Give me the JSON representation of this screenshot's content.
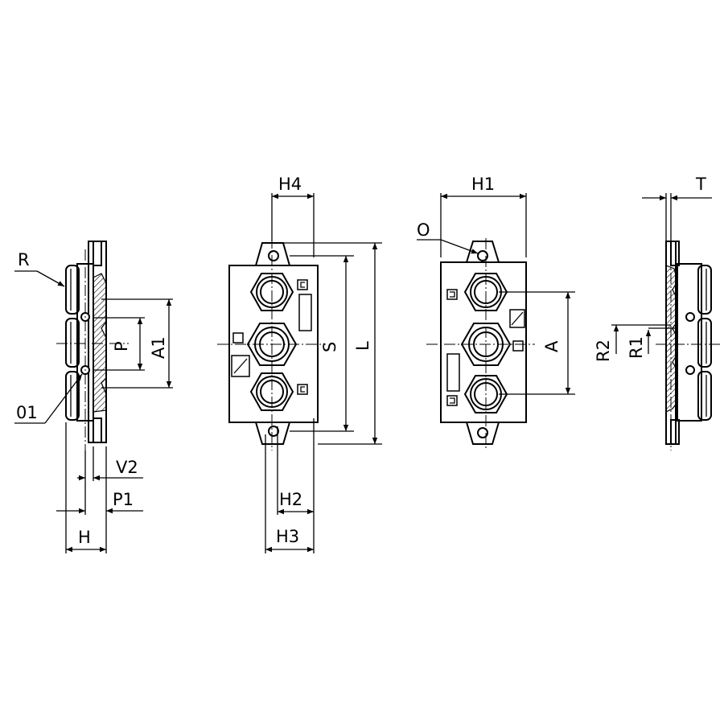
{
  "labels": {
    "R": "R",
    "O1": "01",
    "P": "P",
    "A1": "A1",
    "V2": "V2",
    "P1": "P1",
    "H": "H",
    "H4": "H4",
    "H2": "H2",
    "H3": "H3",
    "S": "S",
    "L": "L",
    "H1": "H1",
    "O": "O",
    "A": "A",
    "T": "T",
    "R2": "R2",
    "R1": "R1"
  }
}
